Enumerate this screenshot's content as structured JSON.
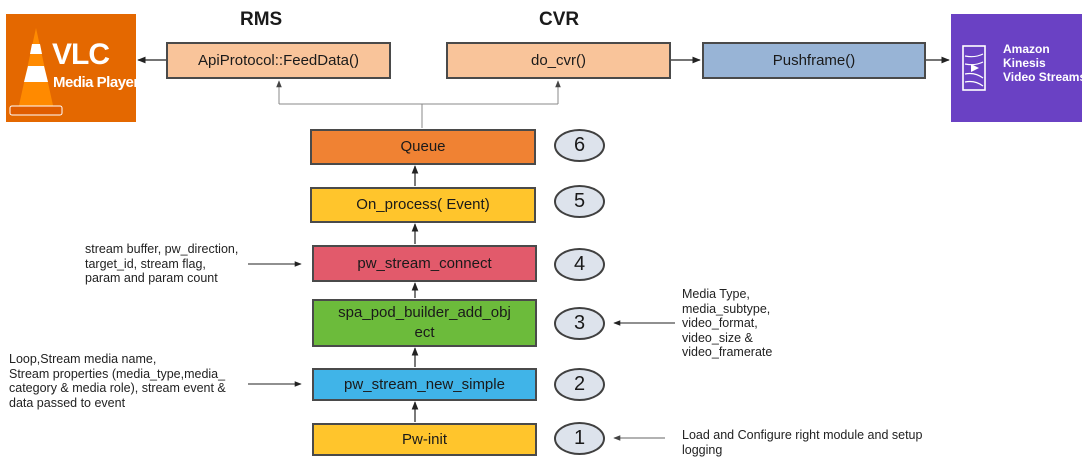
{
  "headers": {
    "rms": "RMS",
    "cvr": "CVR"
  },
  "logos": {
    "vlc": {
      "line1": "VLC",
      "line2": "Media Player"
    },
    "kinesis": {
      "line1": "Amazon",
      "line2": "Kinesis",
      "line3": "Video Streams"
    }
  },
  "boxes": {
    "feed_data": "ApiProtocol::FeedData()",
    "do_cvr": "do_cvr()",
    "pushframe": "Pushframe()",
    "queue": "Queue",
    "on_process": "On_process( Event)",
    "stream_connect": "pw_stream_connect",
    "pod_builder_line1": "spa_pod_builder_add_obj",
    "pod_builder_line2": "ect",
    "new_simple": "pw_stream_new_simple",
    "pw_init": "Pw-init"
  },
  "steps": [
    "1",
    "2",
    "3",
    "4",
    "5",
    "6"
  ],
  "notes": {
    "step4": [
      "stream buffer, pw_direction,",
      "target_id, stream flag,",
      "param and param count"
    ],
    "step3": [
      "Media Type,",
      "media_subtype,",
      "video_format,",
      "video_size &",
      "video_framerate"
    ],
    "step2": [
      "Loop,Stream media name,",
      "Stream properties (media_type,media_",
      "category & media role), stream event &",
      "data passed to event"
    ],
    "step1": [
      "Load and Configure right module and setup",
      "logging"
    ]
  },
  "colors": {
    "peach": "#f9c49a",
    "blue_box": "#98b4d6",
    "orange": "#f08233",
    "yellow": "#ffc52c",
    "pink": "#e25a6b",
    "green": "#6cbb3b",
    "cyan": "#40b4e8",
    "circle": "#dde3ec",
    "vlc_bg": "#e46800",
    "kinesis_bg": "#6a41c4"
  }
}
